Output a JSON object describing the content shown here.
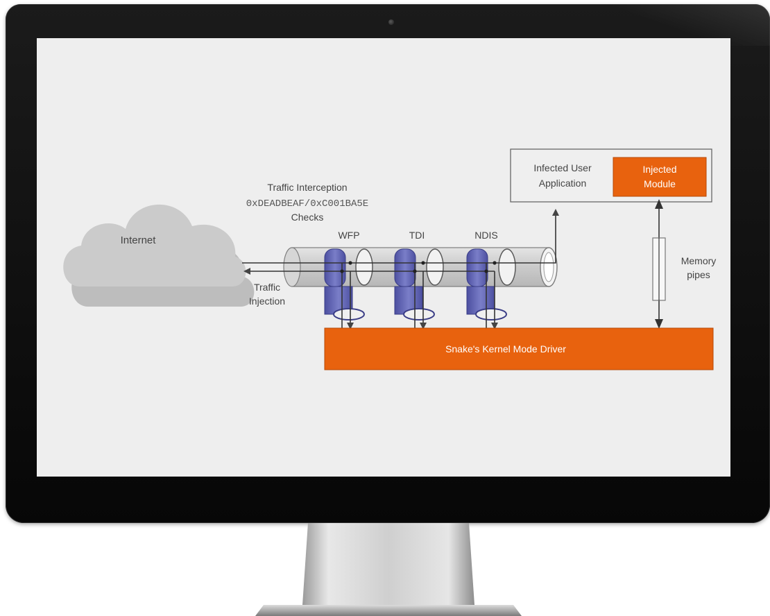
{
  "diagram": {
    "internet_label": "Internet",
    "interception": {
      "line1": "Traffic Interception",
      "line2": "0xDEADBEAF/0xC001BA5E",
      "line3": "Checks"
    },
    "layers": [
      "WFP",
      "TDI",
      "NDIS"
    ],
    "injection": {
      "line1": "Traffic",
      "line2": "Injection"
    },
    "app": {
      "line1": "Infected User",
      "line2": "Application"
    },
    "module": {
      "line1": "Injected",
      "line2": "Module"
    },
    "memory": {
      "line1": "Memory",
      "line2": "pipes"
    },
    "driver_label": "Snake's Kernel Mode Driver"
  },
  "colors": {
    "accent_orange": "#e8620e",
    "filter_blue": "#5b5fb0",
    "pipe_gray": "#c9c9c9",
    "cloud_gray": "#c8c8c8"
  }
}
